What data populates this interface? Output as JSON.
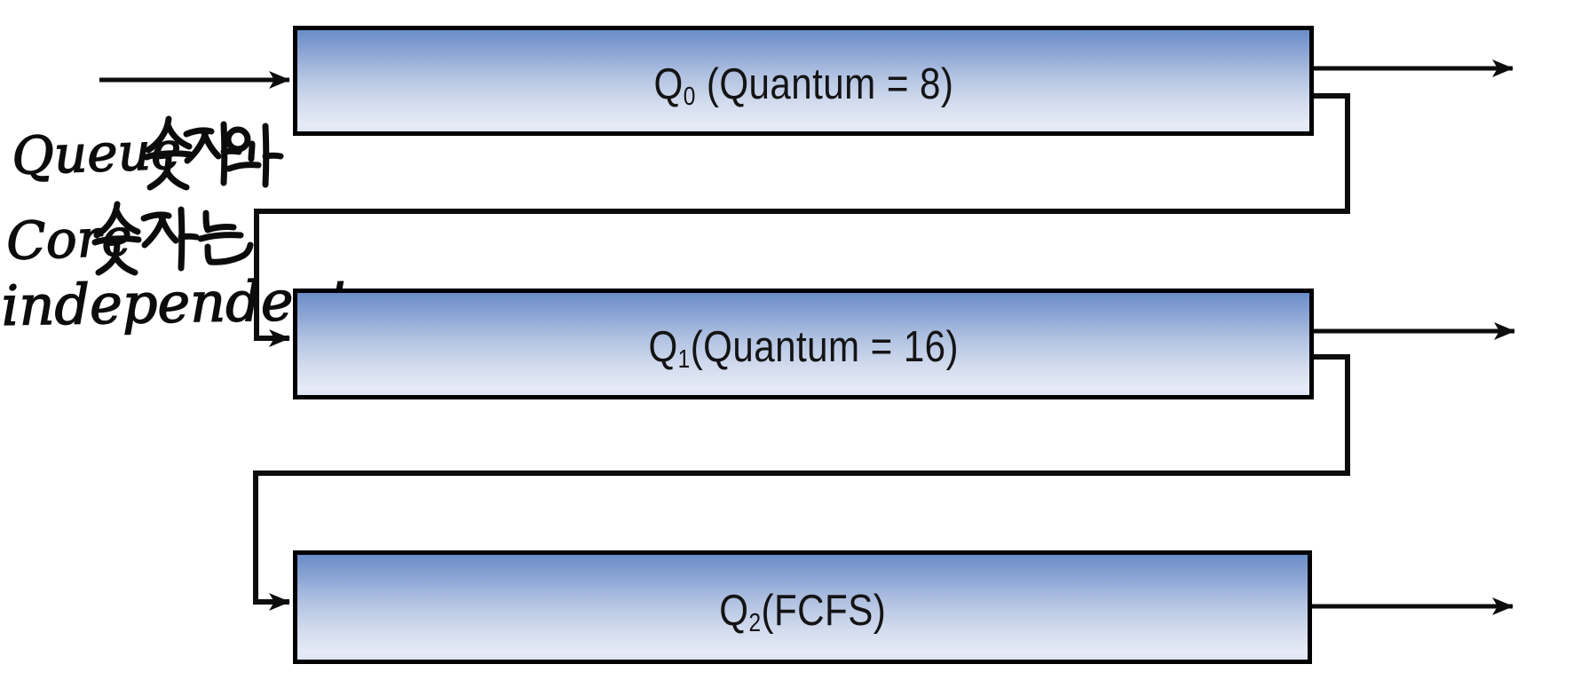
{
  "diagram_type": "multilevel-feedback-queue-scheduling",
  "colors": {
    "background": "#ffffff",
    "box_border": "#000000",
    "box_gradient_top": "#6a8dc8",
    "box_gradient_middle": "#b3c3e2",
    "box_gradient_bottom": "#e6ebf7",
    "arrow": "#0d0d0d",
    "handwriting_ink": "#0c0c0c",
    "label_text": "#141414"
  },
  "queues": [
    {
      "letter": "Q",
      "subscript": "0",
      "suffix": " (Quantum = 8)",
      "full_label": "Q0 (Quantum = 8)"
    },
    {
      "letter": "Q",
      "subscript": "1",
      "suffix": "(Quantum = 16)",
      "full_label": "Q1(Quantum = 16)"
    },
    {
      "letter": "Q",
      "subscript": "2",
      "suffix": "(FCFS)",
      "full_label": "Q2(FCFS)"
    }
  ],
  "annotation": {
    "full_text": "Queue숫자와 Core숫자는 independent.",
    "line1_latin": "Queue",
    "line1_korean": "숫자와",
    "line2_latin": "Core",
    "line2_korean": "숫자는",
    "line3": "independent."
  }
}
